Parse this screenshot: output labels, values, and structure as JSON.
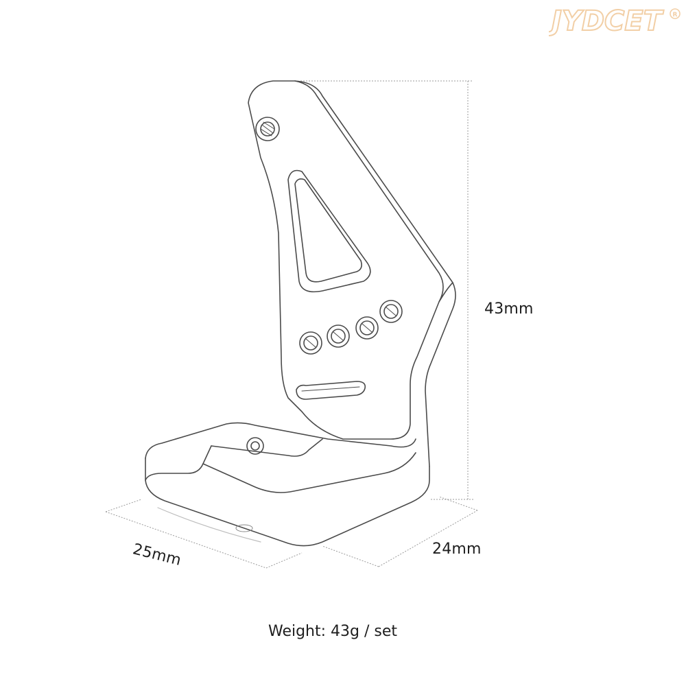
{
  "brand": {
    "logo_text": "JYDCET",
    "logo_color": "#f2cfa6"
  },
  "product": {
    "icon": "servo-mount-bracket-icon",
    "line_color": "#4a4a4a"
  },
  "dimensions": {
    "height_label": "43mm",
    "width_label": "25mm",
    "depth_label": "24mm"
  },
  "specs": {
    "weight_label": "Weight: 43g / set"
  }
}
